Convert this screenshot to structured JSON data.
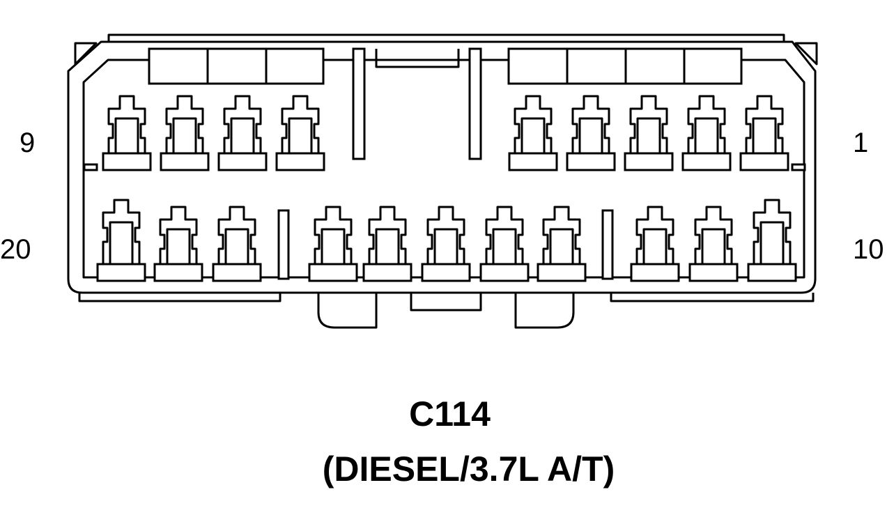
{
  "connector": {
    "name": "C114",
    "variant": "(DIESEL/3.7L A/T)"
  },
  "pin_labels": {
    "top_left": "9",
    "top_right": "1",
    "bottom_left": "20",
    "bottom_right": "10"
  },
  "cavities": {
    "top_row_count": 9,
    "bottom_row_count": 11
  }
}
